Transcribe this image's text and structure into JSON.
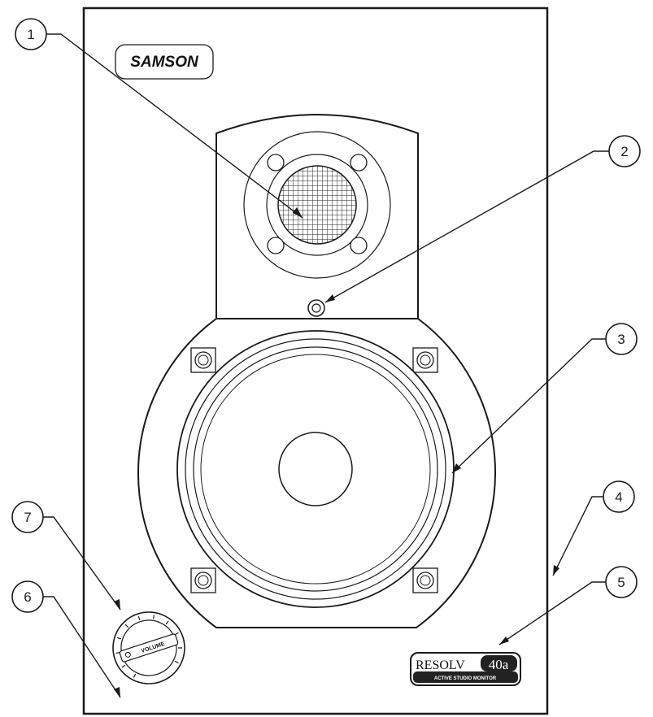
{
  "brand": {
    "logo_text": "SAMSON"
  },
  "volume_knob": {
    "label": "VOLUME"
  },
  "model_badge": {
    "name_prefix": "RESOLV",
    "name_number": "40a",
    "subtitle": "ACTIVE STUDIO MONITOR"
  },
  "callouts": [
    {
      "number": "1",
      "target": "tweeter"
    },
    {
      "number": "2",
      "target": "power-led"
    },
    {
      "number": "3",
      "target": "woofer"
    },
    {
      "number": "4",
      "target": "cabinet"
    },
    {
      "number": "5",
      "target": "model-badge"
    },
    {
      "number": "6",
      "target": "front-panel-lower"
    },
    {
      "number": "7",
      "target": "volume-knob"
    }
  ],
  "colors": {
    "line": "#1a1a1a",
    "background": "#ffffff",
    "badge_fill": "#222222"
  }
}
